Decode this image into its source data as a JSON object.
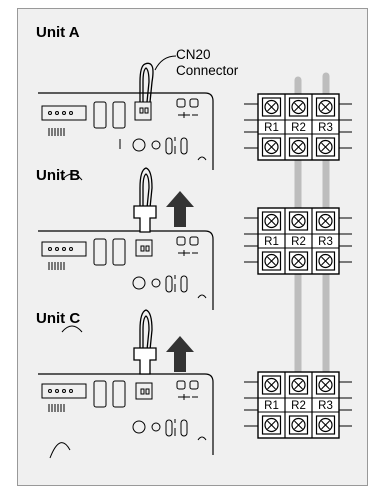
{
  "units": [
    {
      "label": "Unit A"
    },
    {
      "label": "Unit B"
    },
    {
      "label": "Unit C"
    }
  ],
  "connector": {
    "line1": "CN20",
    "line2": "Connector"
  },
  "terminals": [
    "R1",
    "R2",
    "R3"
  ],
  "colors": {
    "panel": "#f0f0f0",
    "wire": "#bdbdbd",
    "line": "#000000"
  }
}
